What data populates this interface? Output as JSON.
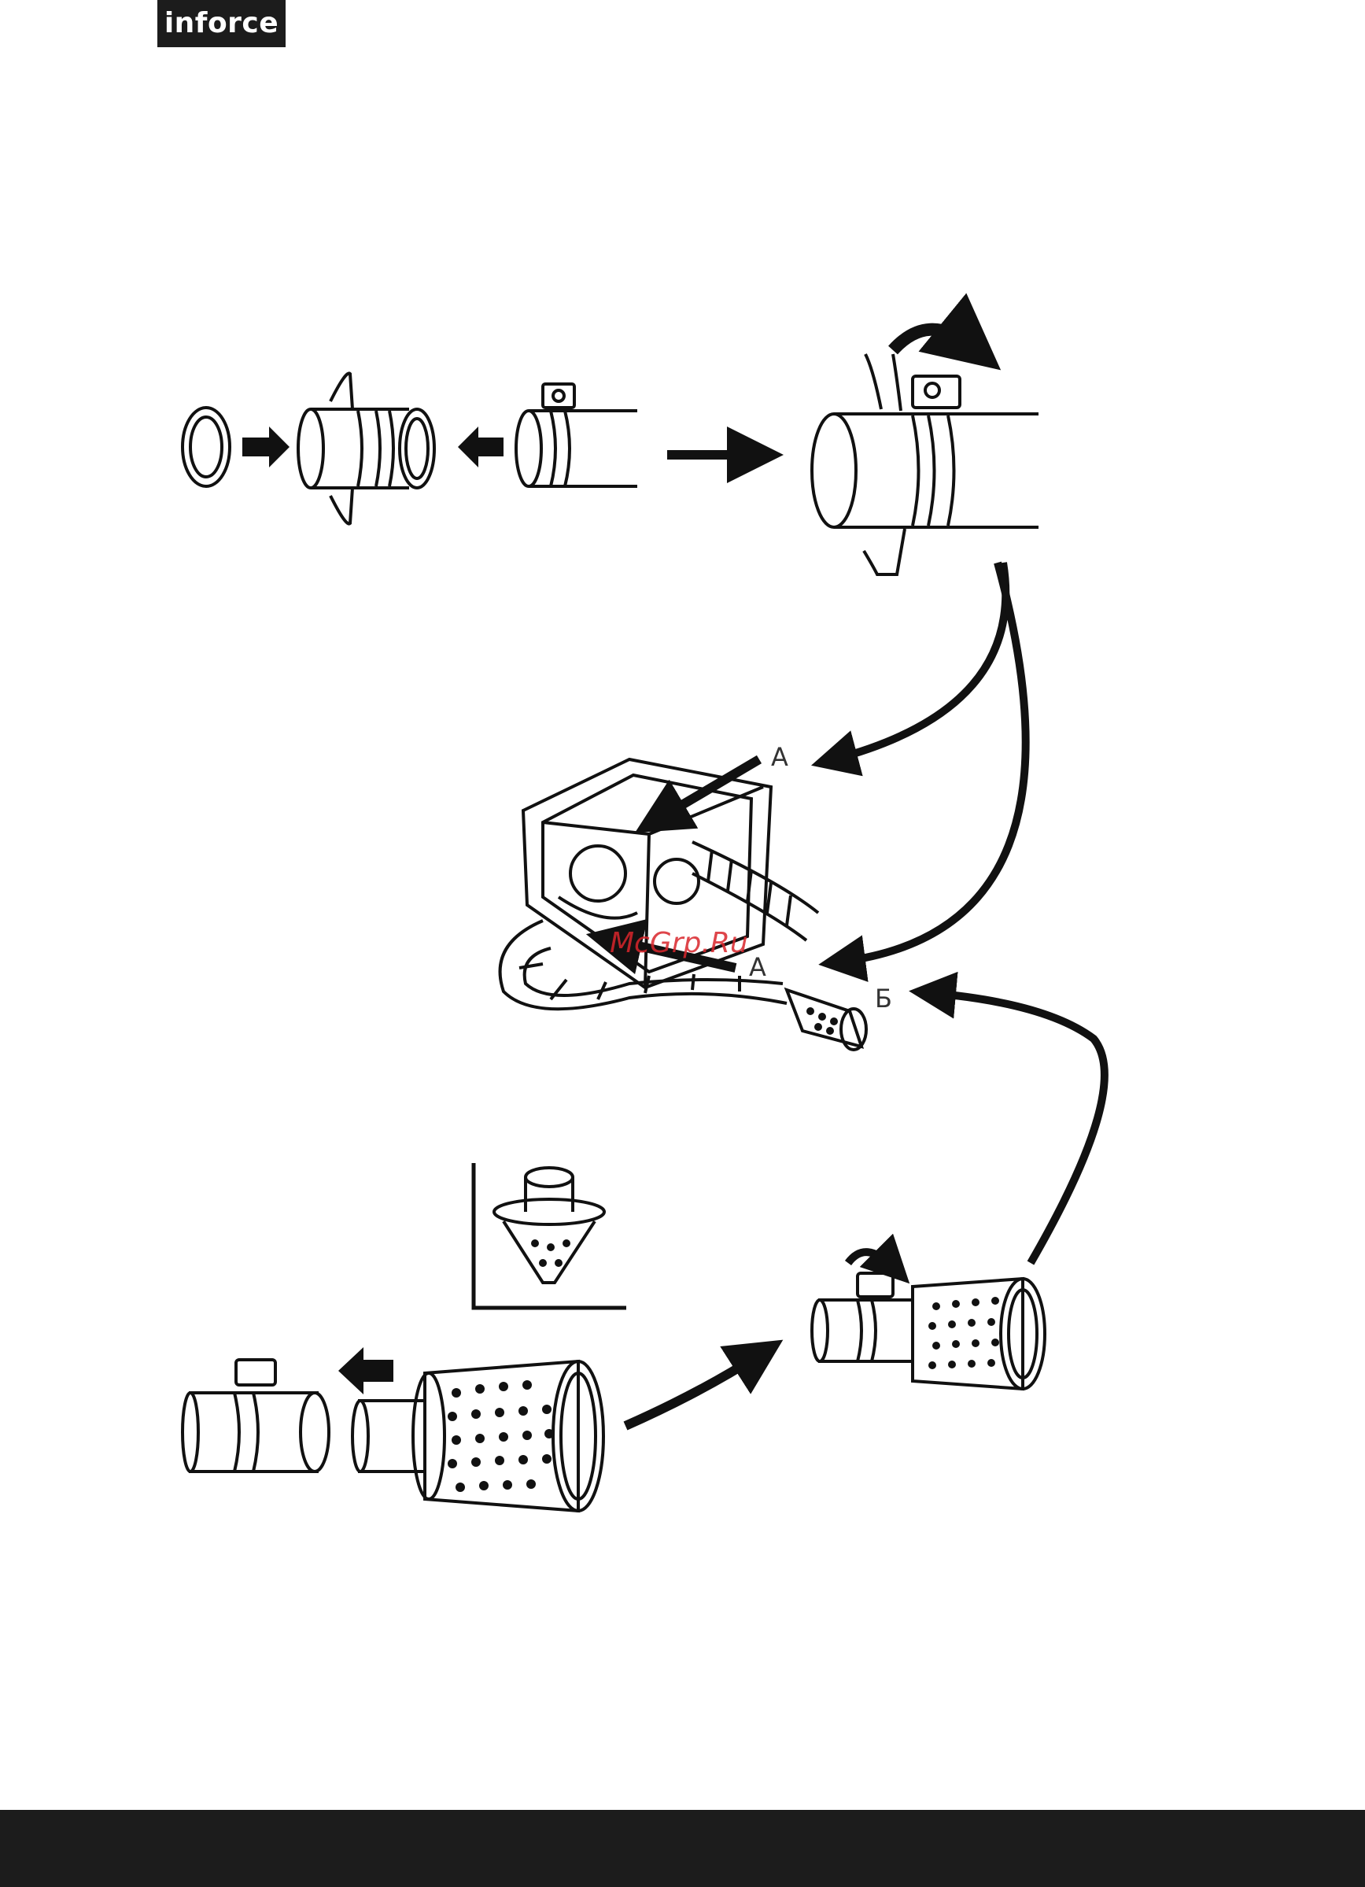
{
  "header": {
    "logo_text": "inforce"
  },
  "figure": {
    "label_a_top": "А",
    "label_a_bottom": "А",
    "label_b": "Б",
    "watermark": "McGrp.Ru"
  },
  "colors": {
    "ink": "#111111",
    "bar": "#1c1c1c",
    "watermark": "#d9252b"
  }
}
